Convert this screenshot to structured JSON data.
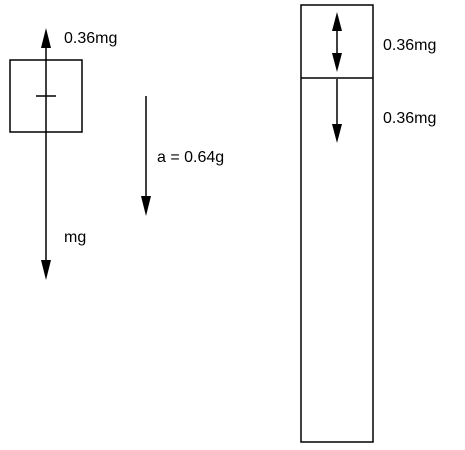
{
  "block": {
    "tension_label": "0.36mg",
    "weight_label": "mg"
  },
  "acceleration": {
    "label": "a = 0.64g"
  },
  "column": {
    "upper_force_label": "0.36mg",
    "lower_force_label": "0.36mg"
  },
  "colors": {
    "stroke": "#000000",
    "background": "#ffffff"
  }
}
